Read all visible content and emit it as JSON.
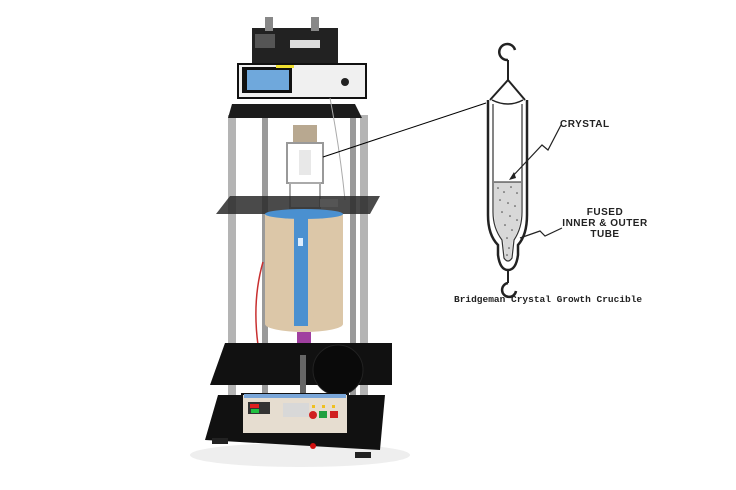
{
  "figure": {
    "photo": {
      "subject": "Bridgman crystal growth furnace apparatus",
      "colors": {
        "base_plate": "#151515",
        "pillar": "#a8a8a8",
        "furnace_body": "#dcc7a8",
        "furnace_band": "#4a90d0",
        "controller_panel": "#e8e4dc",
        "screen": "#6fa8dc",
        "button_red": "#d02020",
        "button_green": "#20a040",
        "button_yellow": "#f0c020"
      }
    },
    "diagram": {
      "labels": {
        "crystal": "CRYSTAL",
        "fused_line1": "FUSED",
        "fused_line2": "INNER & OUTER",
        "fused_line3": "TUBE"
      },
      "caption": "Bridgeman Crystal Growth Crucible"
    }
  }
}
